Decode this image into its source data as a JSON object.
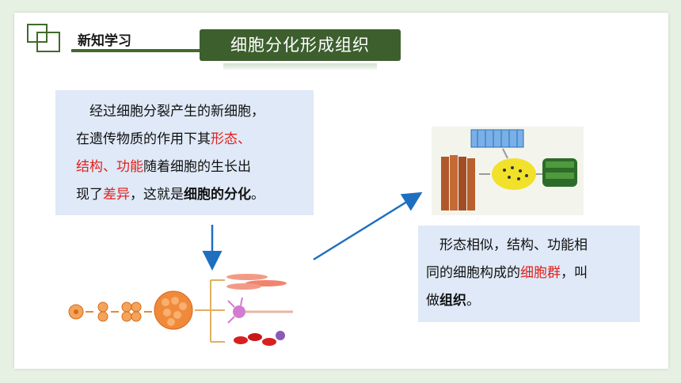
{
  "header": {
    "section_label": "新知学习",
    "title": "细胞分化形成组织"
  },
  "box1": {
    "lines": [
      [
        {
          "t": "　经过细胞分裂产生的新细胞，",
          "s": ""
        }
      ],
      [
        {
          "t": "在遗传物质的作用下其",
          "s": ""
        },
        {
          "t": "形态、",
          "s": "red"
        }
      ],
      [
        {
          "t": "结构、功能",
          "s": "red"
        },
        {
          "t": "随着细胞的生长出",
          "s": ""
        }
      ],
      [
        {
          "t": "现了",
          "s": ""
        },
        {
          "t": "差异",
          "s": "red"
        },
        {
          "t": "，这就是",
          "s": ""
        },
        {
          "t": "细胞的分化",
          "s": "bold"
        },
        {
          "t": "。",
          "s": ""
        }
      ]
    ]
  },
  "box2": {
    "lines": [
      [
        {
          "t": "　形态相似，结构、功能相",
          "s": ""
        }
      ],
      [
        {
          "t": "同的细胞构成的",
          "s": ""
        },
        {
          "t": "细胞群",
          "s": "red"
        },
        {
          "t": "，叫",
          "s": ""
        }
      ],
      [
        {
          "t": "做",
          "s": ""
        },
        {
          "t": "组织",
          "s": "bold"
        },
        {
          "t": "。",
          "s": ""
        }
      ]
    ]
  },
  "colors": {
    "accent_green": "#3d5f2e",
    "highlight_red": "#e0201b",
    "arrow_blue": "#1f6fc0",
    "box_bg": "#dfe9f7"
  }
}
